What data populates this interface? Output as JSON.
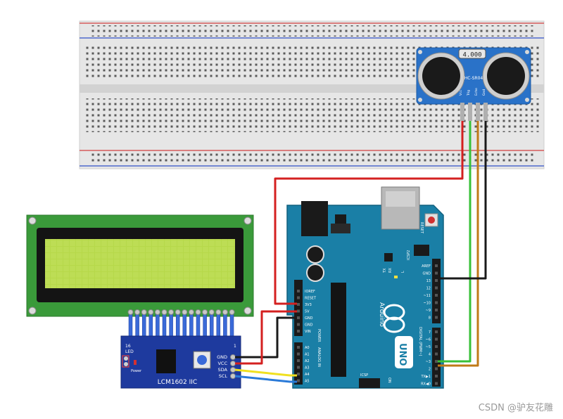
{
  "sensor": {
    "readout": "4.000",
    "model": "HC-SR04",
    "pins": [
      "Vcc",
      "Trig",
      "Echo",
      "Gnd"
    ]
  },
  "lcd_module": {
    "label": "LCM1602 IIC",
    "pins": [
      "GND",
      "VCC",
      "SDA",
      "SCL"
    ],
    "header_left": "16",
    "header_right": "1",
    "led_label": "LED",
    "power_label": "Power"
  },
  "arduino": {
    "brand": "Arduino",
    "model": "UNO",
    "reset_label": "RESET",
    "icsp2_label": "ICSP2",
    "icsp_label": "ICSP",
    "on_label": "ON",
    "tx_label": "TX",
    "rx_label": "RX",
    "l_label": "L",
    "power_header": "POWER",
    "analog_header": "ANALOG IN",
    "digital_header": "DIGITAL (PWM~)",
    "power_pins": [
      "IOREF",
      "RESET",
      "3V3",
      "5V",
      "GND",
      "GND",
      "VIN"
    ],
    "analog_pins": [
      "A0",
      "A1",
      "A2",
      "A3",
      "A4",
      "A5"
    ],
    "digital_top": [
      "AREF",
      "GND",
      "13",
      "12",
      "~11",
      "~10",
      "~9",
      "8"
    ],
    "digital_bottom": [
      "7",
      "~6",
      "~5",
      "4",
      "~3",
      "2",
      "TX▶1",
      "RX◀0"
    ]
  },
  "watermark": "CSDN @驴友花雕",
  "colors": {
    "wire_red": "#d42020",
    "wire_black": "#1a1a1a",
    "wire_green": "#38c038",
    "wire_orange": "#c07a18",
    "wire_yellow": "#f0e020",
    "wire_blue": "#2a7ad8",
    "board_teal": "#1a7fa6",
    "lcd_pcb": "#3a9a3a",
    "lcd_screen": "#b6d84a",
    "i2c_board": "#1e3a9e",
    "sensor_blue": "#2a72c8"
  }
}
